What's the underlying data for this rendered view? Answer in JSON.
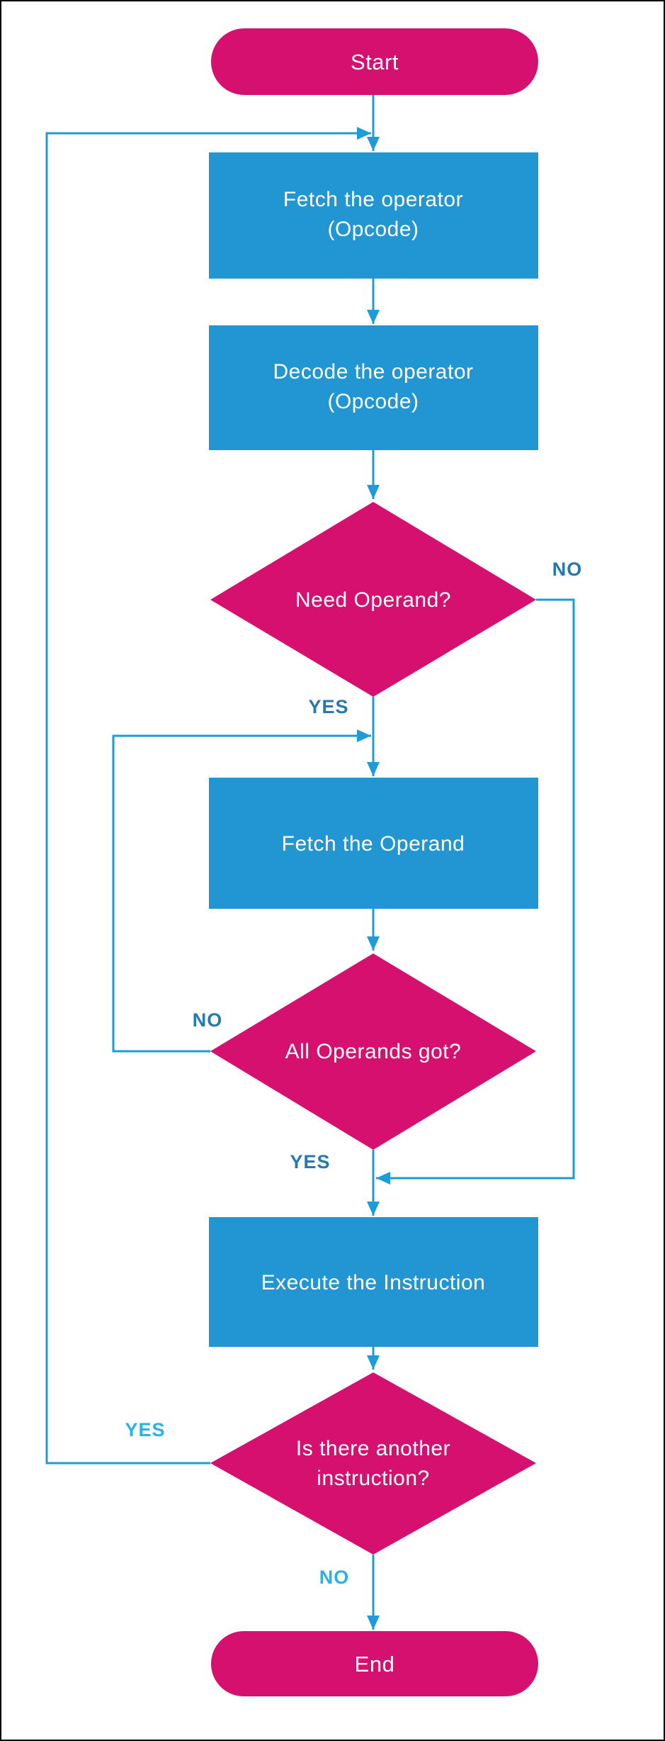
{
  "colors": {
    "pink": "#d5106f",
    "process_blue": "#2196d3",
    "connector": "#1e9cd9",
    "label_steel": "#2778ab",
    "label_cyan": "#29b2ea",
    "shape_text": "#ffffff",
    "frame": "#000000",
    "background": "#ffffff"
  },
  "nodes": {
    "start": {
      "label": "Start"
    },
    "fetch_opcode": {
      "line1": "Fetch the operator",
      "line2": "(Opcode)"
    },
    "decode_opcode": {
      "line1": "Decode the operator",
      "line2": "(Opcode)"
    },
    "need_operand": {
      "label": "Need Operand?"
    },
    "fetch_operand": {
      "label": "Fetch the Operand"
    },
    "all_operands": {
      "label": "All Operands got?"
    },
    "execute": {
      "label": "Execute the Instruction"
    },
    "another_instruction": {
      "line1": "Is there another",
      "line2": "instruction?"
    },
    "end": {
      "label": "End"
    }
  },
  "edge_labels": {
    "need_operand_no": "NO",
    "need_operand_yes": "YES",
    "all_operands_no": "NO",
    "all_operands_yes": "YES",
    "another_instruction_yes": "YES",
    "another_instruction_no": "NO"
  }
}
